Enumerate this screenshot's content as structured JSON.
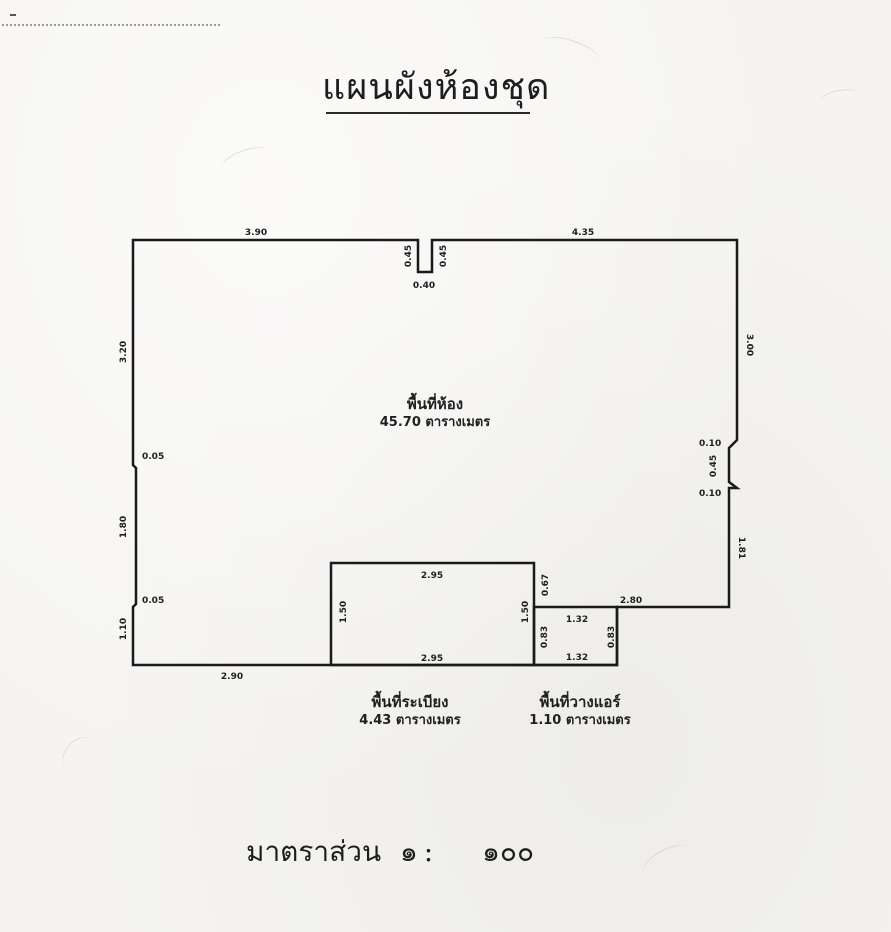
{
  "title": "แผนผังห้องชุด",
  "areas": {
    "room": {
      "name": "พื้นที่ห้อง",
      "value": "45.70 ตารางเมตร"
    },
    "balcony": {
      "name": "พื้นที่ระเบียง",
      "value": "4.43 ตารางเมตร"
    },
    "aircon": {
      "name": "พื้นที่วางแอร์",
      "value": "1.10 ตารางเมตร"
    }
  },
  "dimensions": {
    "top_left": "3.90",
    "top_right": "4.35",
    "notch_left_depth": "0.45",
    "notch_right_depth": "0.45",
    "notch_width": "0.40",
    "left_upper": "3.20",
    "left_jog_upper": "0.05",
    "left_middle": "1.80",
    "left_jog_lower": "0.05",
    "left_lower": "1.10",
    "bottom_left": "2.90",
    "right_upper": "3.00",
    "right_jog_top": "0.10",
    "right_recess": "0.45",
    "right_jog_bottom": "0.10",
    "right_lower": "1.81",
    "right_bottom_step": "2.80",
    "balcony_top": "2.95",
    "balcony_bottom": "2.95",
    "balcony_left": "1.50",
    "balcony_right": "1.50",
    "balcony_right_upper": "0.67",
    "aircon_top": "1.32",
    "aircon_bottom": "1.32",
    "aircon_left": "0.83",
    "aircon_right": "0.83"
  },
  "scale": {
    "label": "มาตราส่วน",
    "left": "๑",
    "separator": ":",
    "right": "๑๐๐"
  },
  "colors": {
    "line": "#1a1a1a",
    "paper": "#f5f4f1"
  }
}
